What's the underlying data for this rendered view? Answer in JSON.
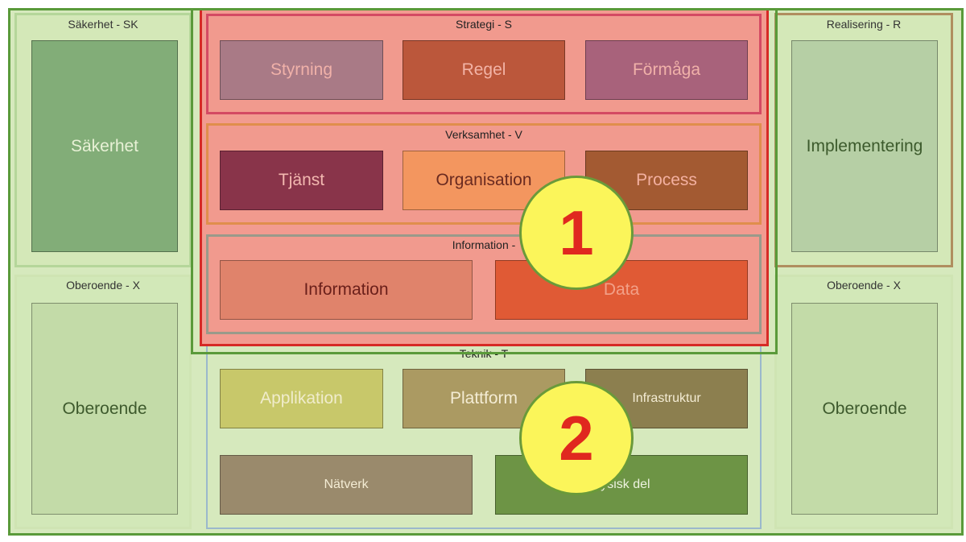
{
  "left": {
    "top_label": "Säkerhet - SK",
    "top_box": "Säkerhet",
    "bottom_label": "Oberoende - X",
    "bottom_box": "Oberoende"
  },
  "right": {
    "top_label": "Realisering - R",
    "top_box": "Implementering",
    "bottom_label": "Oberoende - X",
    "bottom_box": "Oberoende"
  },
  "strategi": {
    "label": "Strategi - S",
    "boxes": [
      "Styrning",
      "Regel",
      "Förmåga"
    ]
  },
  "verksamhet": {
    "label": "Verksamhet - V",
    "boxes": [
      "Tjänst",
      "Organisation",
      "Process"
    ]
  },
  "information": {
    "label": "Information -",
    "boxes": [
      "Information",
      "Data"
    ]
  },
  "teknik": {
    "label": "Teknik - T",
    "row1": [
      "Applikation",
      "Plattform",
      "Infrastruktur"
    ],
    "row2": [
      "Nätverk",
      "Fysisk del"
    ]
  },
  "markers": [
    "1",
    "2"
  ],
  "colors": {
    "panel_green": "#d6e9bd",
    "outer_green_border": "#5a9a3a",
    "red_border": "#d62a26",
    "red_fill": "#f19b8f",
    "marker_fill": "#fbf55a",
    "marker_text": "#e0281f"
  }
}
